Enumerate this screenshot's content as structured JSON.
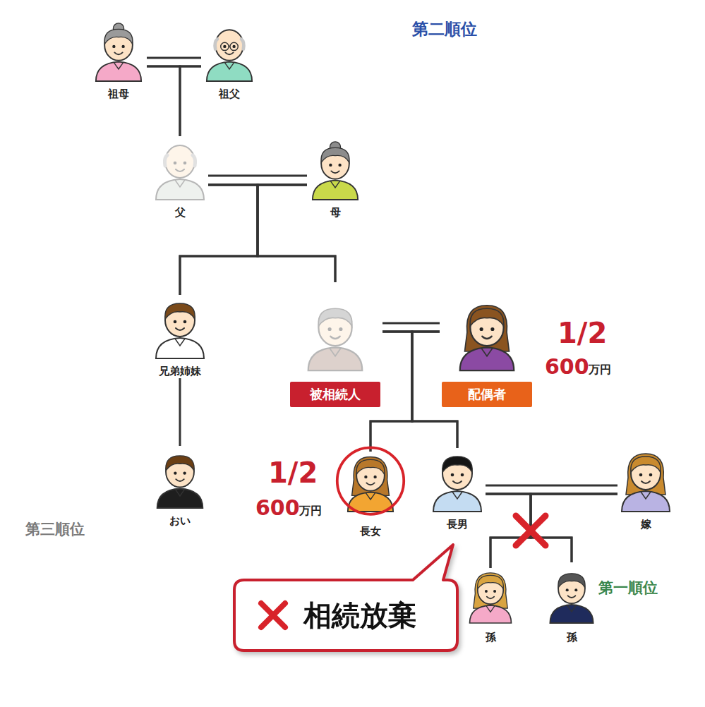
{
  "diagram": {
    "nodes": [
      {
        "text": [
          "第二順位"
        ]
      },
      {
        "text": [
          "祖母"
        ],
        "in": 0
      },
      {
        "text": [
          "祖父"
        ],
        "in": 0
      },
      {
        "text": [
          "父"
        ],
        "in": 0
      },
      {
        "text": [
          "母"
        ],
        "in": 0
      },
      {
        "text": [
          "第三順位"
        ]
      },
      {
        "text": [
          "兄弟姉妹"
        ],
        "in": 5
      },
      {
        "text": [
          "おい"
        ],
        "in": 5
      },
      {
        "text": [
          "被相続人"
        ]
      },
      {
        "text": [
          "配偶者"
        ]
      },
      {
        "text": [
          "第一順位"
        ]
      },
      {
        "text": [
          "長女"
        ],
        "in": 10
      },
      {
        "text": [
          "長男"
        ],
        "in": 10
      },
      {
        "text": [
          "嫁"
        ]
      },
      {
        "text": [
          "孫"
        ],
        "in": 10
      },
      {
        "text": [
          "孫"
        ],
        "in": 10
      },
      {
        "text": [
          "相続放棄"
        ]
      }
    ],
    "edges": [
      {
        "from": 1,
        "to": 2,
        "arrow": "none"
      },
      {
        "from": 1,
        "to": 3,
        "arrow": "none"
      },
      {
        "from": 2,
        "to": 3,
        "arrow": "none"
      },
      {
        "from": 3,
        "to": 4,
        "arrow": "none"
      },
      {
        "from": 3,
        "to": 6,
        "arrow": "none"
      },
      {
        "from": 4,
        "to": 6,
        "arrow": "none"
      },
      {
        "from": 3,
        "to": 8,
        "arrow": "none"
      },
      {
        "from": 4,
        "to": 8,
        "arrow": "none"
      },
      {
        "from": 6,
        "to": 7,
        "arrow": "none"
      },
      {
        "from": 8,
        "to": 9,
        "arrow": "none"
      },
      {
        "from": 8,
        "to": 11,
        "arrow": "none"
      },
      {
        "from": 9,
        "to": 11,
        "arrow": "none"
      },
      {
        "from": 8,
        "to": 12,
        "arrow": "none"
      },
      {
        "from": 9,
        "to": 12,
        "arrow": "none"
      },
      {
        "from": 12,
        "to": 13,
        "arrow": "none"
      },
      {
        "from": 12,
        "to": 14,
        "arrow": "none"
      },
      {
        "from": 13,
        "to": 14,
        "arrow": "none"
      },
      {
        "from": 12,
        "to": 15,
        "arrow": "none"
      },
      {
        "from": 13,
        "to": 15,
        "arrow": "none"
      }
    ],
    "labels": [
      "1/2",
      "600",
      "万円",
      "1/2",
      "600",
      "万円"
    ]
  }
}
